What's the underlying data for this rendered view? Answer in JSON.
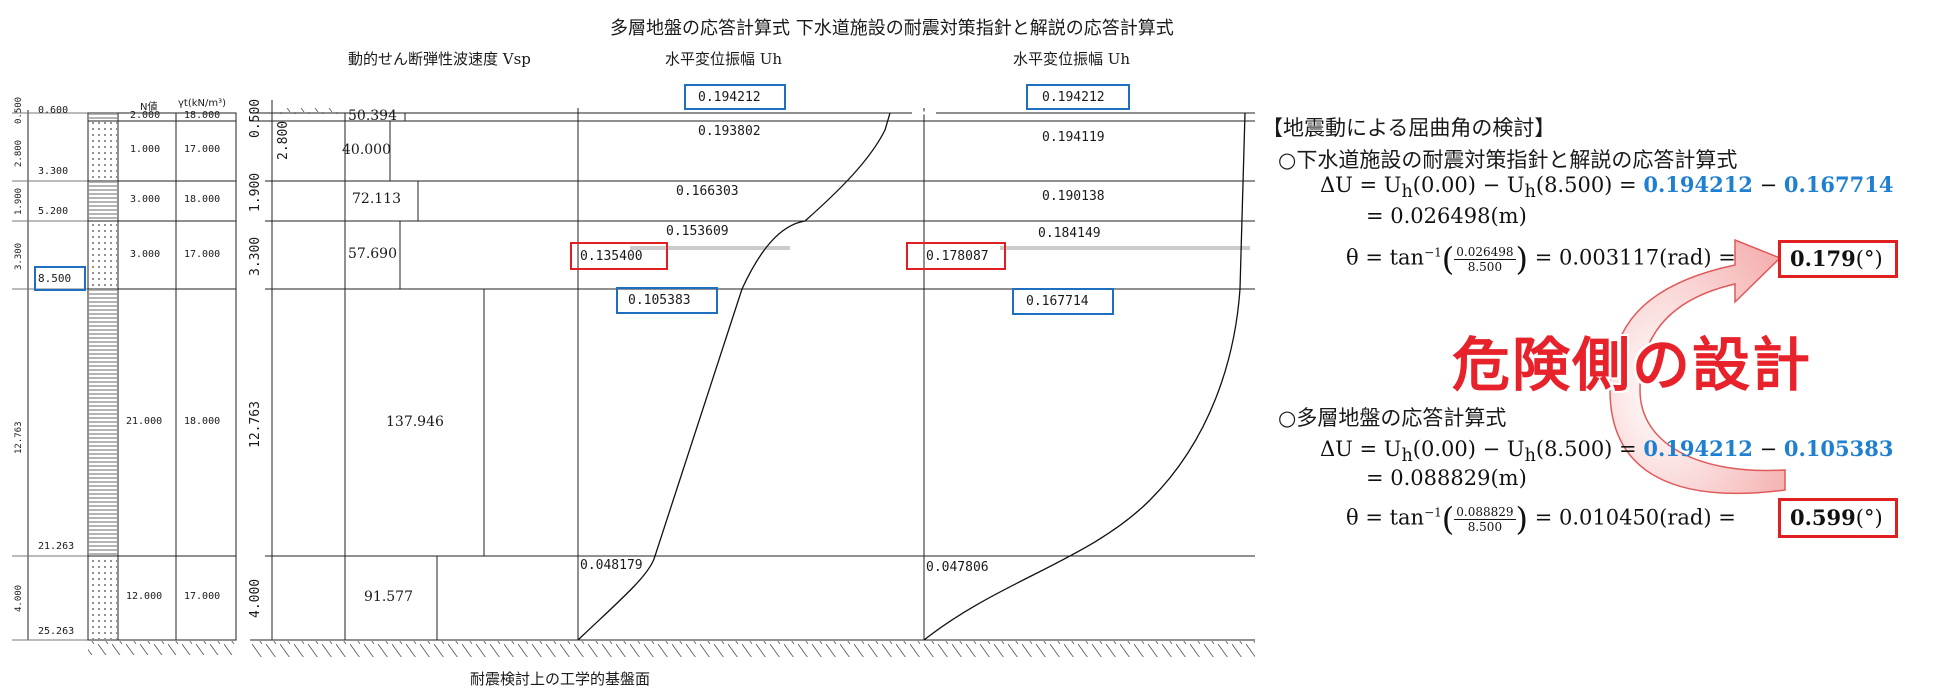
{
  "title": "多層地盤の応答計算式 下水道施設の耐震対策指針と解説の応答計算式",
  "vsd_header": "動的せん断弾性波速度 Vsp",
  "uh_header_left": "水平変位振幅 Uh",
  "uh_header_right": "水平変位振幅 Uh",
  "base_label": "耐震検討上の工学的基盤面",
  "soil": {
    "col_n_header": "N値",
    "col_gamma_header": "γt(kN/m³)",
    "depths": [
      "0.600",
      "3.300",
      "5.200",
      "8.500",
      "21.263",
      "25.263"
    ],
    "thickness_labels": [
      "0.500",
      "2.800",
      "1.900",
      "3.300",
      "12.763",
      "4.000"
    ],
    "n_values": [
      "2.000",
      "1.000",
      "3.000",
      "3.000",
      "21.000",
      "12.000"
    ],
    "gamma_values": [
      "18.000",
      "17.000",
      "18.000",
      "17.000",
      "18.000",
      "17.000"
    ]
  },
  "vsd": {
    "thickness_labels": [
      "0.500",
      "2.800",
      "1.900",
      "3.300",
      "12.763",
      "4.000"
    ],
    "values": [
      "50.394",
      "40.000",
      "72.113",
      "57.690",
      "137.946",
      "91.577"
    ]
  },
  "uh_left": {
    "values": [
      "0.194212",
      "0.193802",
      "0.166303",
      "0.153609",
      "0.135400",
      "0.105383",
      "0.048179"
    ]
  },
  "uh_right": {
    "values": [
      "0.194212",
      "0.194119",
      "0.190138",
      "0.184149",
      "0.178087",
      "0.167714",
      "0.047806"
    ]
  },
  "annotation": {
    "heading": "【地震動による屈曲角の検討】",
    "method1": "○下水道施設の耐震対策指針と解説の応答計算式",
    "eq1_lhs": "ΔU = U",
    "eq1_a": "h",
    "eq1_b": "(0.00) − U",
    "eq1_c": "h",
    "eq1_d": "(8.500) = ",
    "eq1_v1": "0.194212",
    "eq1_minus": " − ",
    "eq1_v2": "0.167714",
    "eq1_res": "= 0.026498(m)",
    "th1_lhs": "θ = tan",
    "th1_sup": "−1",
    "th1_num": "0.026498",
    "th1_den": "8.500",
    "th1_mid": " = 0.003117(rad) = ",
    "th1_ans": "0.179",
    "th1_unit": "(°)",
    "danger": "危険側の設計",
    "method2": "○多層地盤の応答計算式",
    "eq2_lhs": "ΔU = U",
    "eq2_a": "h",
    "eq2_b": "(0.00) − U",
    "eq2_c": "h",
    "eq2_d": "(8.500) = ",
    "eq2_v1": "0.194212",
    "eq2_minus": " − ",
    "eq2_v2": "0.105383",
    "eq2_res": "= 0.088829(m)",
    "th2_lhs": "θ = tan",
    "th2_sup": "−1",
    "th2_num": "0.088829",
    "th2_den": "8.500",
    "th2_mid": " = 0.010450(rad) = ",
    "th2_ans": "0.599",
    "th2_unit": "(°)"
  },
  "colors": {
    "blue_box": "#1f6fbf",
    "red_box": "#e02020",
    "blue_value": "#1f7fd0",
    "danger_text": "#e8222a",
    "arrow_fill": "#f6b9b9"
  }
}
